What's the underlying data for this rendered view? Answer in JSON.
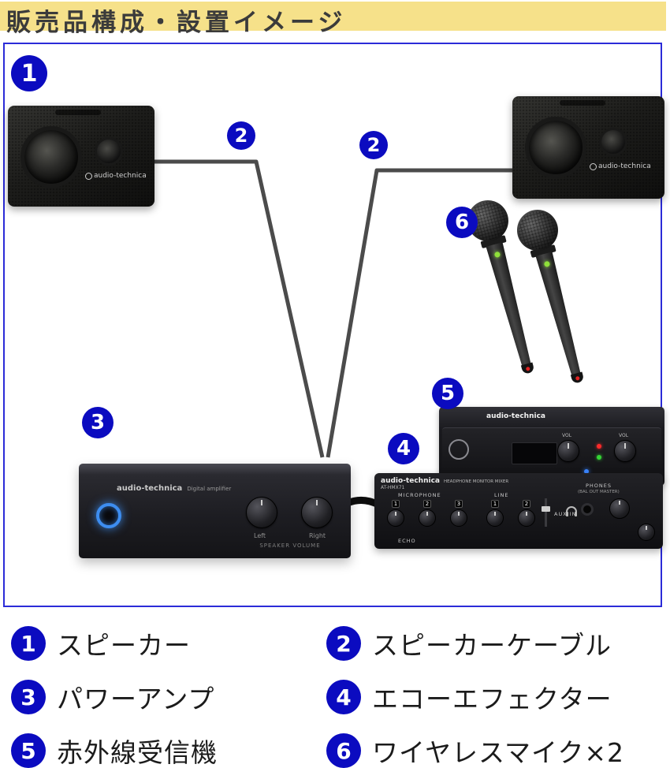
{
  "header": {
    "title": "販売品構成・設置イメージ"
  },
  "colors": {
    "header_yellow": "#f6e18a",
    "badge_blue": "#0b0bc0",
    "frame_blue": "#2b2bd8",
    "cable_gray": "#4b4b4b",
    "power_ring_blue": "#3d8df0"
  },
  "diagram": {
    "badge_1": "1",
    "badge_2": "2",
    "badge_3": "3",
    "badge_4": "4",
    "badge_5": "5",
    "badge_6": "6"
  },
  "devices": {
    "speaker_left": {
      "brand": "audio-technica"
    },
    "speaker_right": {
      "brand": "audio-technica"
    },
    "amplifier": {
      "brand": "audio-technica",
      "series": "Digital amplifier",
      "volume_label": "SPEAKER VOLUME",
      "left_label": "Left",
      "right_label": "Right"
    },
    "mixer": {
      "brand": "audio-technica",
      "type": "HEADPHONE MONITOR MIXER",
      "model": "AT-HMX71",
      "microphone_label": "MICROPHONE",
      "line_label": "LINE",
      "echo_label": "ECHO",
      "aux_label": "AUX IN",
      "phones_label": "PHONES",
      "phones_sub": "(BAL OUT MASTER)",
      "mic_knobs": [
        "1",
        "2",
        "3"
      ],
      "line_knobs": [
        "1",
        "2"
      ]
    },
    "receiver": {
      "brand": "audio-technica",
      "vol_left": "VOL",
      "vol_right": "VOL"
    }
  },
  "legend": {
    "items": [
      {
        "num": "1",
        "label": "スピーカー"
      },
      {
        "num": "2",
        "label": "スピーカーケーブル"
      },
      {
        "num": "3",
        "label": "パワーアンプ"
      },
      {
        "num": "4",
        "label": "エコーエフェクター"
      },
      {
        "num": "5",
        "label": "赤外線受信機"
      },
      {
        "num": "6",
        "label": "ワイヤレスマイク×2"
      }
    ]
  }
}
